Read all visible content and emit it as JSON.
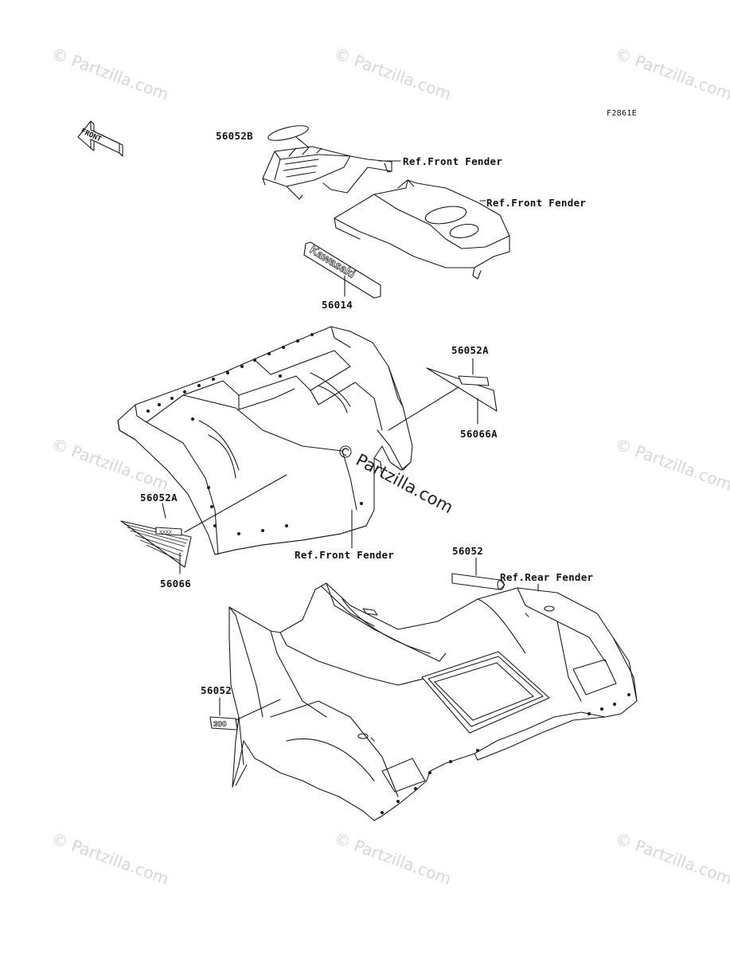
{
  "diagram_code": "F2861E",
  "front_label": "FRONT",
  "watermark": "© Partzilla.com",
  "callouts": {
    "p56052B": "56052B",
    "ref_front_fender_1": "Ref.Front Fender",
    "ref_front_fender_2": "Ref.Front Fender",
    "p56014": "56014",
    "p56052A_top": "56052A",
    "p56066A": "56066A",
    "p56052A_left": "56052A",
    "p56066": "56066",
    "ref_front_fender_3": "Ref.Front Fender",
    "p56052_top": "56052",
    "ref_rear_fender": "Ref.Rear Fender",
    "p56052_left": "56052"
  },
  "decal_texts": {
    "kawasaki": "Kawasaki",
    "badge_300": "300"
  },
  "colors": {
    "line": "#1a1a1a",
    "background": "#ffffff",
    "watermark": "#d6d6d6"
  }
}
